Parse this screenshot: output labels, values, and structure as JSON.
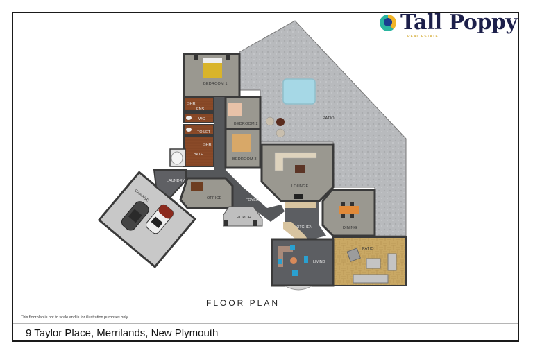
{
  "brand": {
    "name": "Tall Poppy",
    "tagline": "REAL ESTATE",
    "colors": {
      "navy": "#1c1f4a",
      "gold": "#d9b44a",
      "teal": "#2bb5a0",
      "blue": "#1a3c8f"
    }
  },
  "plan": {
    "title": "FLOOR PLAN",
    "disclaimer": "This floorplan is not to scale and is for illustration purposes only.",
    "address": "9 Taylor Place, Merrilands, New Plymouth",
    "rooms": {
      "bedroom1": "BEDROOM 1",
      "ens": "ENS",
      "shr1": "SHR",
      "wc": "WC",
      "toilet": "TOILET",
      "bath": "BATH",
      "shr2": "SHR",
      "bedroom2": "BEDROOM 2",
      "bedroom3": "BEDROOM 3",
      "laundry": "LAUNDRY",
      "office": "OFFICE",
      "garage": "GARAGE",
      "foyer": "FOYER",
      "porch": "PORCH",
      "lounge": "LOUNGE",
      "kitchen": "KITCHEN",
      "dining": "DINING",
      "living": "LIVING",
      "patio_concrete": "PATIO",
      "patio_deck": "PATIO"
    },
    "colors": {
      "wall": "#3a3a3a",
      "carpet": "#9a9890",
      "hall": "#55575a",
      "concrete": "#b9bbbd",
      "wet_area": "#8a4a28",
      "deck": "#c9a864",
      "garage_floor": "#c8c8c8",
      "spa": "#a6d8e6"
    }
  }
}
